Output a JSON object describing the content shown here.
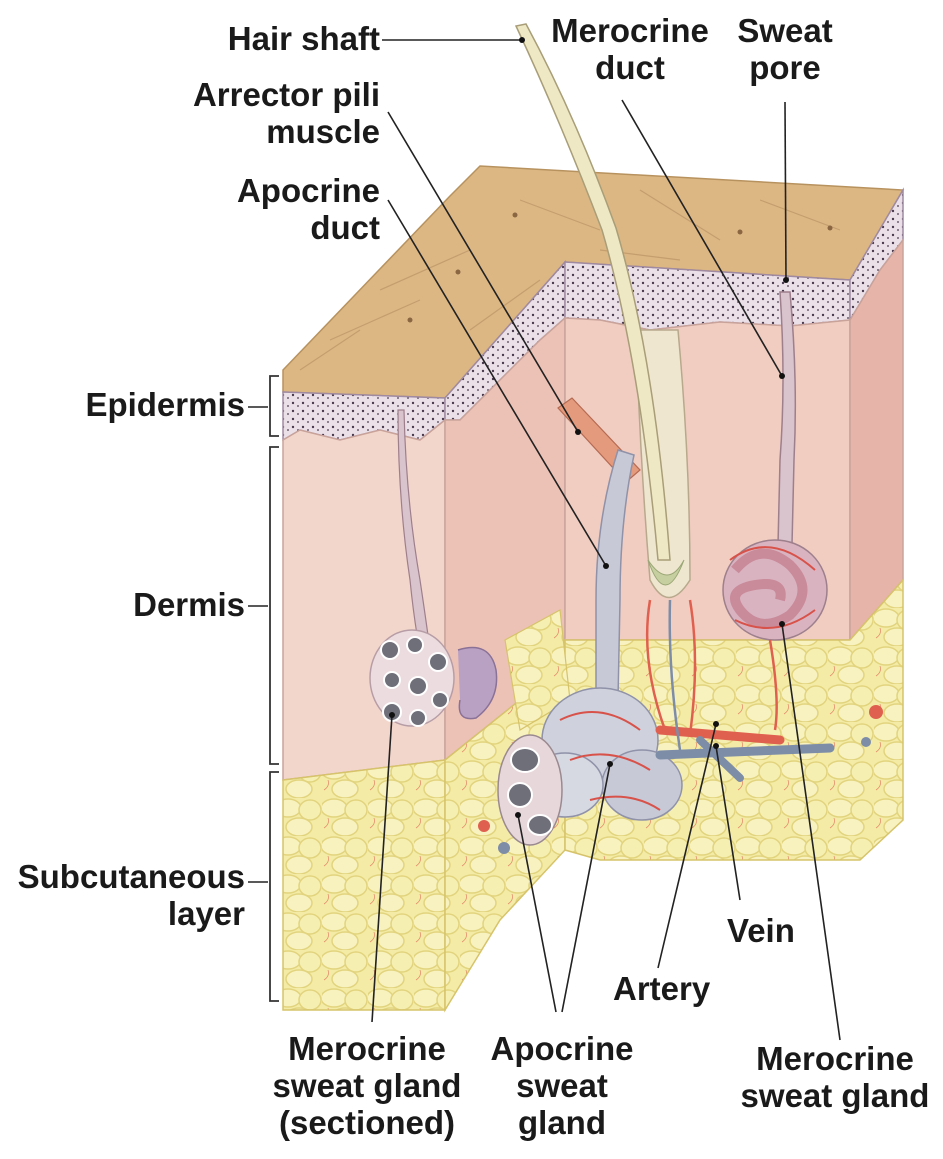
{
  "labels": {
    "hair_shaft": "Hair shaft",
    "merocrine_duct": "Merocrine\nduct",
    "sweat_pore": "Sweat\npore",
    "arrector_pili": "Arrector pili\nmuscle",
    "apocrine_duct": "Apocrine\nduct",
    "epidermis": "Epidermis",
    "dermis": "Dermis",
    "subcutaneous": "Subcutaneous\nlayer",
    "vein": "Vein",
    "artery": "Artery",
    "merocrine_gland_sectioned": "Merocrine\nsweat gland\n(sectioned)",
    "apocrine_gland": "Apocrine\nsweat\ngland",
    "merocrine_gland": "Merocrine\nsweat gland"
  },
  "colors": {
    "skin_surface": "#dcb784",
    "epidermis": "#e7dbe3",
    "dermis": "#f2d3c8",
    "fat": "#f3eba4",
    "gland": "#cdb8d0",
    "artery": "#e0604f",
    "vein": "#7d8da8",
    "hair": "#efe8c4",
    "leader": "#222222"
  }
}
